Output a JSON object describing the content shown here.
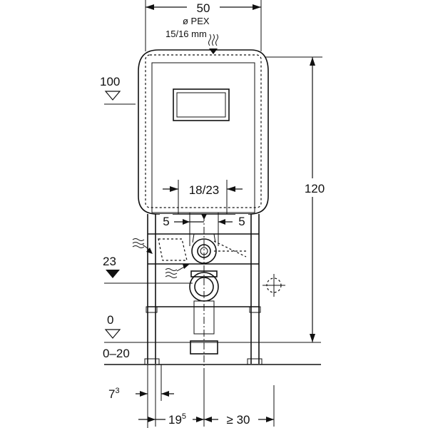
{
  "dimensions": {
    "width_top": "50",
    "pipe_label_line1": "ø PEX",
    "pipe_label_line2": "15/16 mm",
    "spacing_center": "18/23",
    "left_offset": "5",
    "right_offset": "5",
    "height_total": "120",
    "level_100": "100",
    "level_23": "23",
    "level_0": "0",
    "floor_range": "0–20",
    "bottom_left_base": "7",
    "bottom_left_sup": "3",
    "bottom_mid_base": "19",
    "bottom_mid_sup": "5",
    "bottom_right": "≥ 30"
  },
  "colors": {
    "line": "#111111",
    "background": "#ffffff"
  }
}
